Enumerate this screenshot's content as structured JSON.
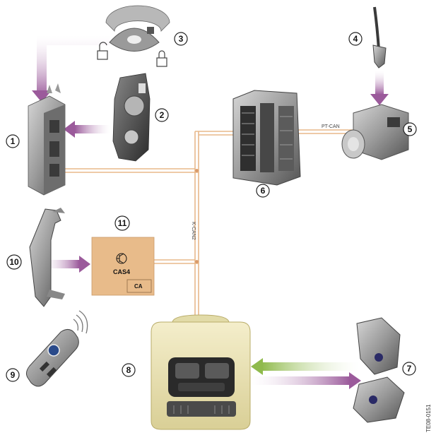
{
  "callouts": {
    "c1": "1",
    "c2": "2",
    "c3": "3",
    "c4": "4",
    "c5": "5",
    "c6": "6",
    "c7": "7",
    "c8": "8",
    "c9": "9",
    "c10": "10",
    "c11": "11"
  },
  "labels": {
    "pt_can": "PT-CAN",
    "k_can2": "K-CAN2",
    "cas4": "CAS4",
    "ca": "CA",
    "doc_id": "TE08-0151"
  },
  "colors": {
    "bus_line": "#e8b88a",
    "purple_arrow": "#a0609f",
    "green_arrow": "#9ec25e",
    "module_fill": "#e8bb8a",
    "roof_panel": "#ede6b8"
  }
}
